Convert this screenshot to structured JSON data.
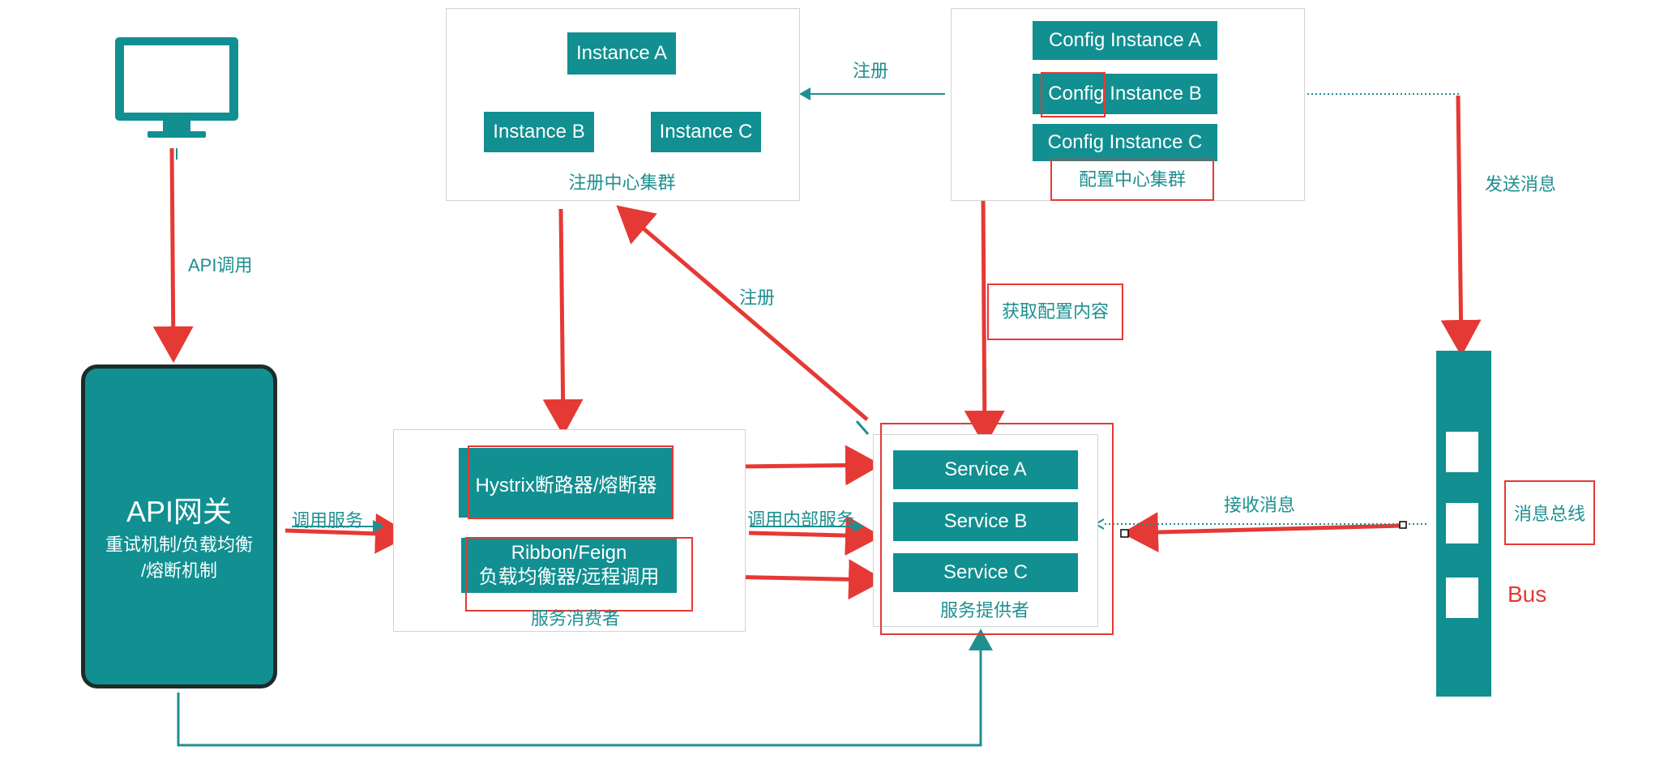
{
  "registry": {
    "instances": [
      "Instance A",
      "Instance B",
      "Instance C"
    ],
    "caption": "注册中心集群"
  },
  "config": {
    "instances": [
      "Config Instance A",
      "Config Instance B",
      "Config Instance C"
    ],
    "caption": "配置中心集群"
  },
  "gateway": {
    "title": "API网关",
    "line1": "重试机制/负载均衡",
    "line2": "/熔断机制"
  },
  "consumer": {
    "hystrix": "Hystrix断路器/熔断器",
    "ribbon_line1": "Ribbon/Feign",
    "ribbon_line2": "负载均衡器/远程调用",
    "caption": "服务消费者"
  },
  "provider": {
    "services": [
      "Service A",
      "Service B",
      "Service C"
    ],
    "caption": "服务提供者"
  },
  "bus": {
    "label": "消息总线",
    "name": "Bus"
  },
  "labels": {
    "api_call": "API调用",
    "register_top": "注册",
    "register_mid": "注册",
    "get_config": "获取配置内容",
    "send_message": "发送消息",
    "receive_message": "接收消息",
    "call_service": "调用服务",
    "call_internal": "调用内部服务"
  },
  "colors": {
    "teal": "#118f91",
    "arrow_red": "#e53935",
    "label_teal": "#1f8f90"
  }
}
